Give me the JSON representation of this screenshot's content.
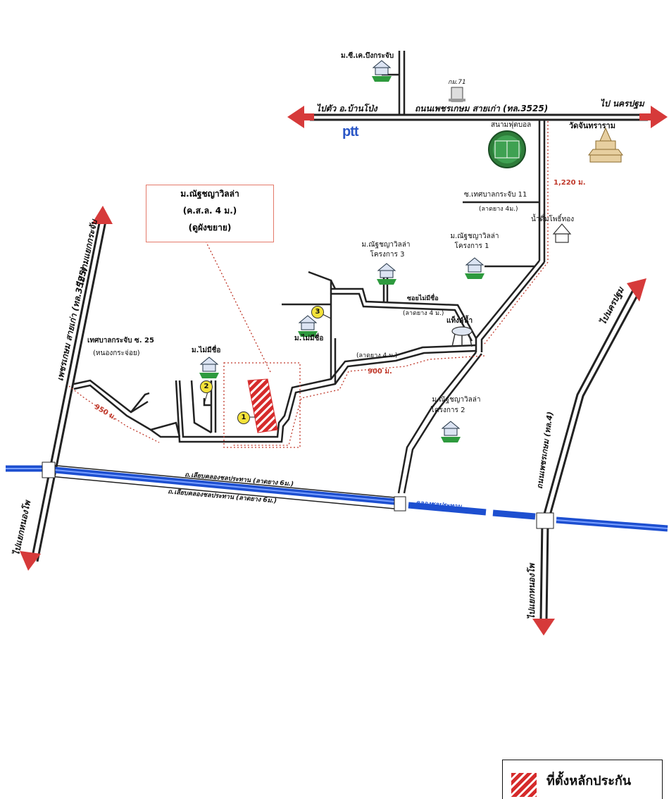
{
  "colors": {
    "road": "#222222",
    "canal_blue": "#1d4fd0",
    "arrow_red": "#d63a3a",
    "plot_red": "#d62b2b",
    "dist_red": "#c0392b",
    "marker_yellow": "#f4e23a",
    "ptt_blue": "#2a56c6",
    "house_green": "#2e9a3e"
  },
  "roads": {
    "main_road": "ถนนเพชรเกษม สายเก่า (ทล.3525)",
    "to_ban_pong": "ไปตัว อ.บ้านโป่ง",
    "to_nakhon_pathom_top": "ไป นครปฐม",
    "left_road": "เพชรเกษม สายเก่า (ทล.3525)",
    "to_sam_yaek": "ไป สามแยกกระจับ",
    "to_nong_pho_left": "ไปแยกหนองโพ",
    "right_road": "ถนนเพชรเกษม (ทล.4)",
    "to_nakhon_pathom_right": "ไปนครปฐม",
    "to_nong_pho_right": "ไปแยกหนองโพ",
    "canal_road_1": "ถ.เลียบคลองชลประทาน (ลาดยาง 6ม.)",
    "canal_road_2": "ถ.เลียบคลองชลประทาน (ลาดยาง 6ม.)",
    "canal_name": "คลองชลประทาน"
  },
  "labels": {
    "scg": "ม.ซี.เค.บึงกระจับ",
    "km71": "กม.71",
    "football": "สนามฟุตบอล",
    "temple": "วัดจันทราราม",
    "soi11": "ซ.เทศบาลกระจับ 11",
    "soi11_surface": "(ลาดยาง 4ม.)",
    "water_shop": "น้ำดื่มโพธิ์ทอง",
    "proj1_line1": "ม.ณัฐชญาวิลล่า",
    "proj1_line2": "โครงการ 1",
    "proj3_line1": "ม.ณัฐชญาวิลล่า",
    "proj3_line2": "โครงการ 3",
    "proj2_line1": "ม.ณัฐชญาวิลล่า",
    "proj2_line2": "โครงการ 2",
    "soi_unnamed": "ซอยไม่มีชื่อ",
    "soi_unnamed_surface": "(ลาดยาง 4 ม.)",
    "water_tower": "แท็งค์น้ำ",
    "road_4m": "(ลาดยาง 4 ม.)",
    "village_unnamed_1": "ม.ไม่มีชื่อ",
    "village_unnamed_2": "ม.ไม่มีชื่อ",
    "soi25_line1": "เทศบาลกระจับ ซ. 25",
    "soi25_line2": "(หนองกระจ่อย)",
    "ptt": "ptt"
  },
  "distances": {
    "d1220": "1,220 ม.",
    "d900": "900 ม.",
    "d950": "950 ม."
  },
  "callout": {
    "line1": "ม.ณัฐชญาวิลล่า",
    "line2": "(ค.ส.ล. 4 ม.)",
    "line3": "(ดูผังขยาย)"
  },
  "markers": {
    "m1": "1",
    "m2": "2",
    "m3": "3"
  },
  "legend": {
    "label": "ที่ตั้งหลักประกัน"
  }
}
